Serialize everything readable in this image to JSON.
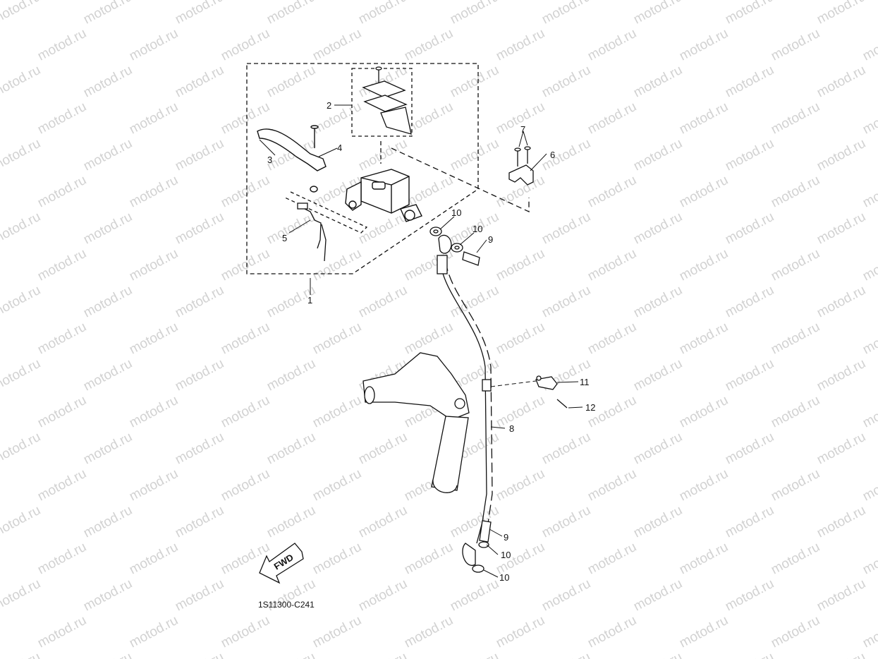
{
  "watermark": "motod.ru",
  "diagram_code": "1S11300-C241",
  "fwd_label": "FWD",
  "callouts": {
    "c1": "1",
    "c2": "2",
    "c3": "3",
    "c4": "4",
    "c5": "5",
    "c6": "6",
    "c7": "7",
    "c8": "8",
    "c9a": "9",
    "c9b": "9",
    "c10a": "10",
    "c10b": "10",
    "c10c": "10",
    "c10d": "10",
    "c11": "11",
    "c12": "12"
  },
  "colors": {
    "line": "#111111",
    "watermark": "#d2d2d2",
    "background": "#ffffff"
  }
}
